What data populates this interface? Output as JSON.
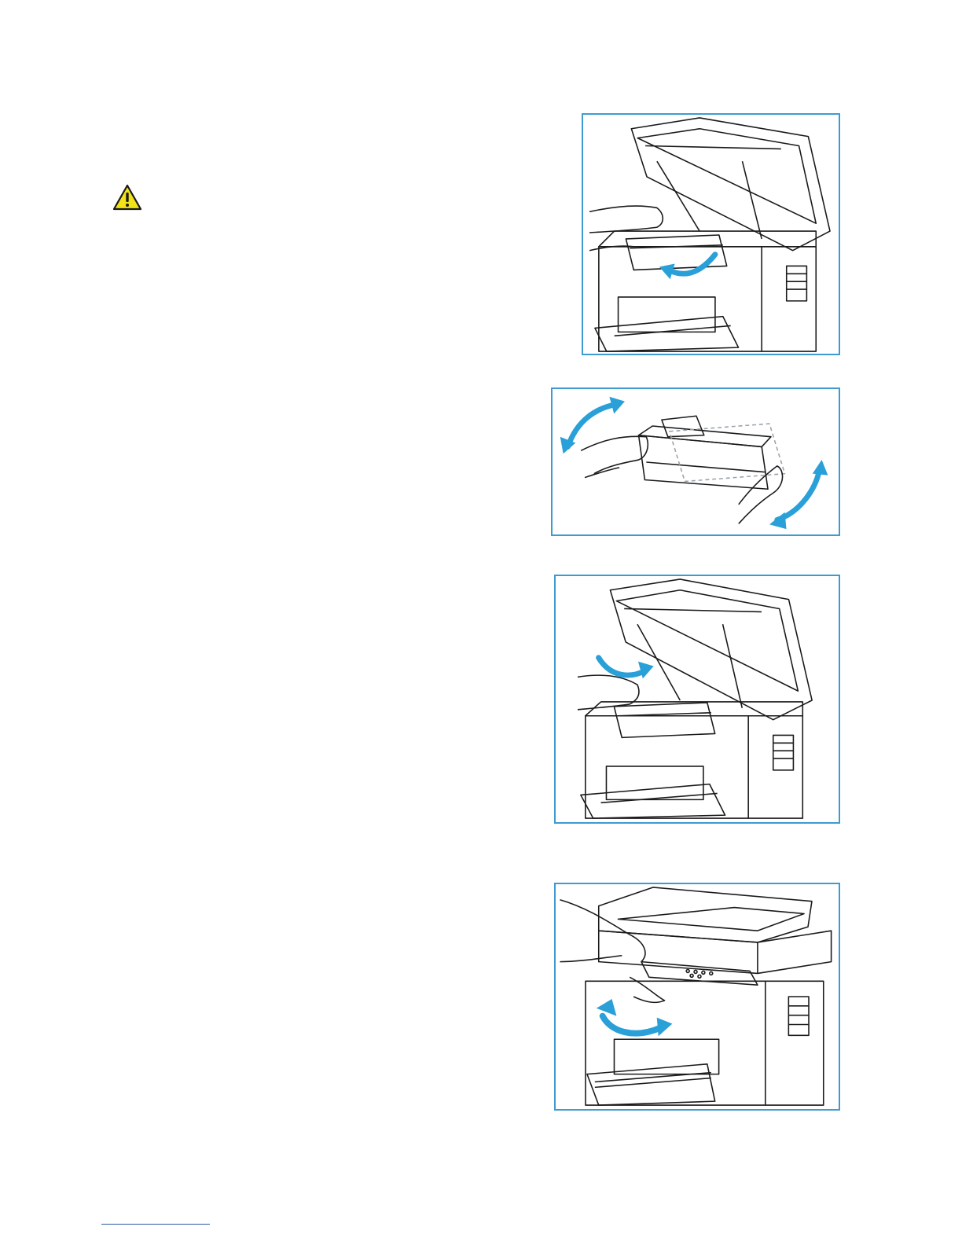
{
  "page": {
    "background": "#ffffff",
    "accent_color": "#3d9bd0",
    "warning_color": "#f2e318"
  },
  "warning": {
    "icon": "warning-triangle-icon"
  },
  "figures": [
    {
      "id": "fig1",
      "depicts": "printer-open-remove-toner-icon"
    },
    {
      "id": "fig2",
      "depicts": "shake-toner-cartridge-icon"
    },
    {
      "id": "fig3",
      "depicts": "printer-open-insert-toner-icon"
    },
    {
      "id": "fig4",
      "depicts": "close-scanner-lid-icon"
    }
  ]
}
